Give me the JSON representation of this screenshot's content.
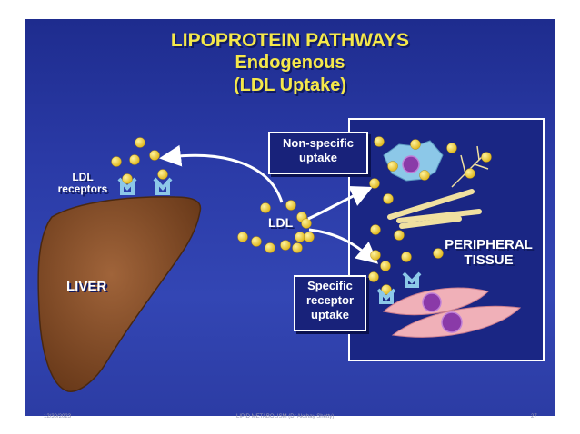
{
  "title": {
    "line1": "LIPOPROTEIN PATHWAYS",
    "line2": "Endogenous",
    "line3": "(LDL Uptake)"
  },
  "labels": {
    "ldl_receptors_line1": "LDL",
    "ldl_receptors_line2": "receptors",
    "liver": "LIVER",
    "ldl": "LDL",
    "peripheral_line1": "PERIPHERAL",
    "peripheral_line2": "TISSUE"
  },
  "boxes": {
    "nonspecific_line1": "Non-specific",
    "nonspecific_line2": "uptake",
    "specific_line1": "Specific",
    "specific_line2": "receptor",
    "specific_line3": "uptake"
  },
  "footer": {
    "date": "12/30/2023",
    "center": "LIPID METABOLISM (Dr Akshay Shetty)",
    "page": "27"
  },
  "colors": {
    "background": "#2a3aa6",
    "title": "#f5e84a",
    "ldl_particle": "#f2d23a",
    "liver": "#8a5028",
    "receptor": "#8cc8e8",
    "tissue_panel": "#1a2684",
    "cell_pink": "#f0b0b8",
    "nucleus": "#8a3aa8"
  }
}
